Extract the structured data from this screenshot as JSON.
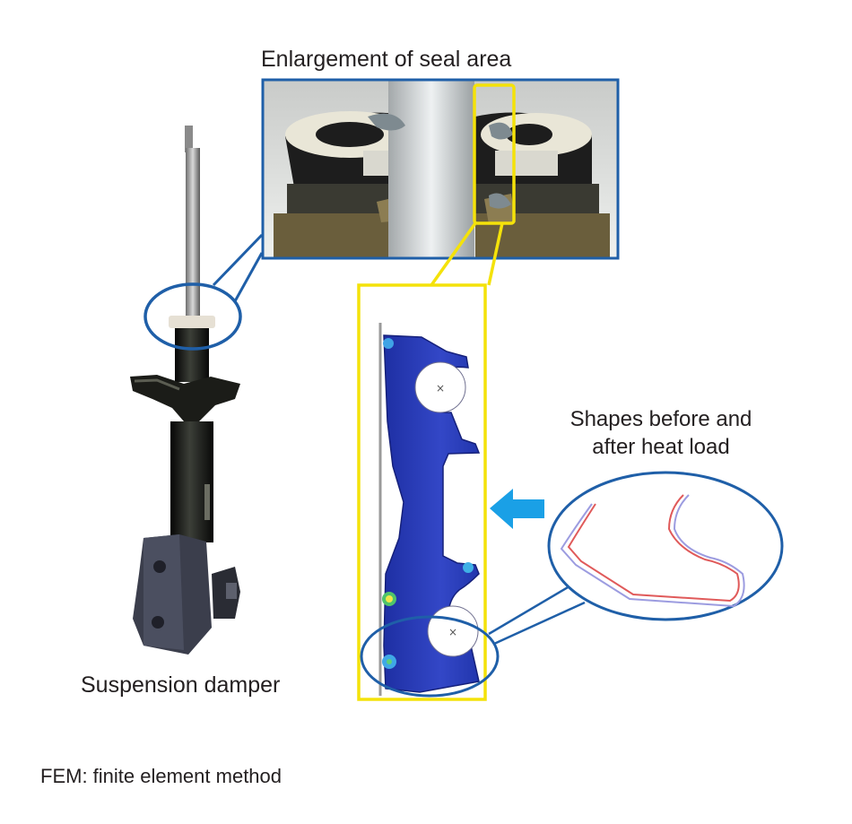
{
  "labels": {
    "enlargement_title": "Enlargement of seal area",
    "suspension_damper": "Suspension damper",
    "shapes_before_after_line1": "Shapes before and",
    "shapes_before_after_line2": "after heat load",
    "fem_note": "FEM: finite element method"
  },
  "colors": {
    "callout_blue": "#1f5fa8",
    "highlight_yellow": "#f4e20a",
    "fem_blue": "#2b3fb8",
    "arrow_blue": "#1aa0e6",
    "shape_red": "#e05a5a",
    "shape_lavender": "#9c9ce0"
  }
}
